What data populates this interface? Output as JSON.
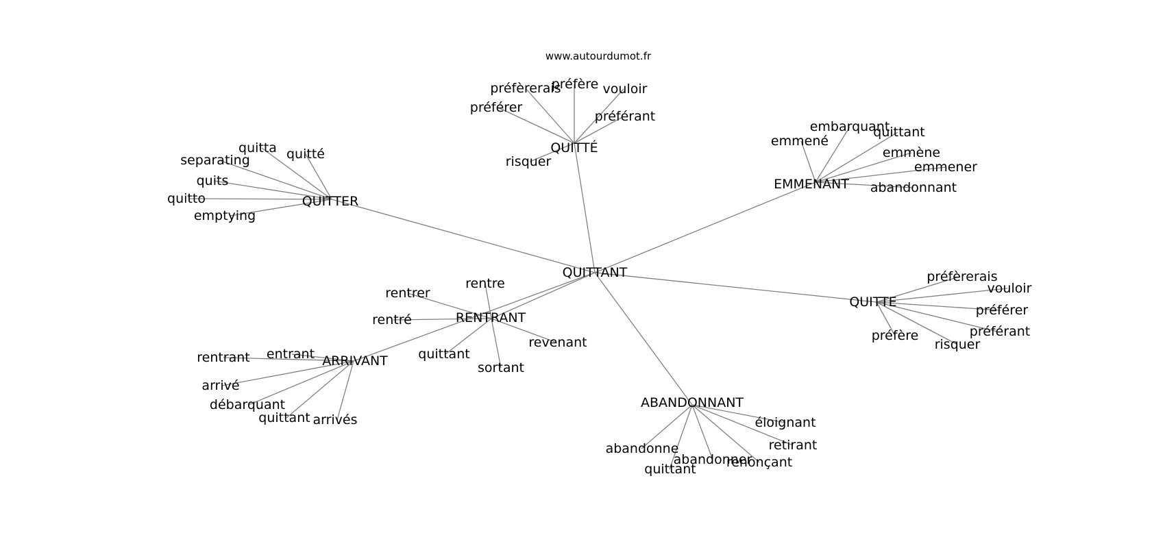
{
  "watermark": "www.autourdumot.fr",
  "root": "QUITTANT",
  "nodes": {
    "QUITTANT": "QUITTANT",
    "QUITTE_acc": "QUITTÉ",
    "QUITTER": "QUITTER",
    "EMMENANT": "EMMENANT",
    "QUITTE": "QUITTE",
    "RENTRANT": "RENTRANT",
    "ARRIVANT": "ARRIVANT",
    "ABANDONNANT": "ABANDONNANT",
    "qa_preferais": "préfèrerais",
    "qa_prefere": "préfère",
    "qa_vouloir": "vouloir",
    "qa_preferer": "préférer",
    "qa_preferant": "préférant",
    "qa_risquer": "risquer",
    "qr_quitta": "quitta",
    "qr_quitte": "quitté",
    "qr_separating": "separating",
    "qr_quits": "quits",
    "qr_quitto": "quitto",
    "qr_emptying": "emptying",
    "em_embarquant": "embarquant",
    "em_quittant": "quittant",
    "em_emmene": "emmené",
    "em_emmene2": "emmène",
    "em_emmener": "emmener",
    "em_abandonnant": "abandonnant",
    "qt_preferais": "préfèrerais",
    "qt_vouloir": "vouloir",
    "qt_preferer": "préférer",
    "qt_preferant": "préférant",
    "qt_prefere": "préfère",
    "qt_risquer": "risquer",
    "rt_rentre": "rentre",
    "rt_rentrer": "rentrer",
    "rt_rentre_acc": "rentré",
    "rt_revenant": "revenant",
    "rt_quittant": "quittant",
    "rt_sortant": "sortant",
    "ar_entrant": "entrant",
    "ar_rentrant": "rentrant",
    "ar_arrive": "arrivé",
    "ar_debarquant": "débarquant",
    "ar_quittant": "quittant",
    "ar_arrives": "arrivés",
    "ab_eloignant": "éloignant",
    "ab_retirant": "retirant",
    "ab_abandonne": "abandonne",
    "ab_abandonner": "abandonner",
    "ab_renoncant": "renonçant",
    "ab_quittant": "quittant"
  },
  "edges": [
    [
      "QUITTANT",
      "QUITTE_acc"
    ],
    [
      "QUITTANT",
      "QUITTER"
    ],
    [
      "QUITTANT",
      "EMMENANT"
    ],
    [
      "QUITTANT",
      "QUITTE"
    ],
    [
      "QUITTANT",
      "RENTRANT"
    ],
    [
      "QUITTANT",
      "ARRIVANT"
    ],
    [
      "QUITTANT",
      "ABANDONNANT"
    ],
    [
      "QUITTE_acc",
      "qa_preferais"
    ],
    [
      "QUITTE_acc",
      "qa_prefere"
    ],
    [
      "QUITTE_acc",
      "qa_vouloir"
    ],
    [
      "QUITTE_acc",
      "qa_preferer"
    ],
    [
      "QUITTE_acc",
      "qa_preferant"
    ],
    [
      "QUITTE_acc",
      "qa_risquer"
    ],
    [
      "QUITTER",
      "qr_quitta"
    ],
    [
      "QUITTER",
      "qr_quitte"
    ],
    [
      "QUITTER",
      "qr_separating"
    ],
    [
      "QUITTER",
      "qr_quits"
    ],
    [
      "QUITTER",
      "qr_quitto"
    ],
    [
      "QUITTER",
      "qr_emptying"
    ],
    [
      "EMMENANT",
      "em_embarquant"
    ],
    [
      "EMMENANT",
      "em_quittant"
    ],
    [
      "EMMENANT",
      "em_emmene"
    ],
    [
      "EMMENANT",
      "em_emmene2"
    ],
    [
      "EMMENANT",
      "em_emmener"
    ],
    [
      "EMMENANT",
      "em_abandonnant"
    ],
    [
      "QUITTE",
      "qt_preferais"
    ],
    [
      "QUITTE",
      "qt_vouloir"
    ],
    [
      "QUITTE",
      "qt_preferer"
    ],
    [
      "QUITTE",
      "qt_preferant"
    ],
    [
      "QUITTE",
      "qt_prefere"
    ],
    [
      "QUITTE",
      "qt_risquer"
    ],
    [
      "RENTRANT",
      "rt_rentre"
    ],
    [
      "RENTRANT",
      "rt_rentrer"
    ],
    [
      "RENTRANT",
      "rt_rentre_acc"
    ],
    [
      "RENTRANT",
      "rt_revenant"
    ],
    [
      "RENTRANT",
      "rt_quittant"
    ],
    [
      "RENTRANT",
      "rt_sortant"
    ],
    [
      "ARRIVANT",
      "ar_entrant"
    ],
    [
      "ARRIVANT",
      "ar_rentrant"
    ],
    [
      "ARRIVANT",
      "ar_arrive"
    ],
    [
      "ARRIVANT",
      "ar_debarquant"
    ],
    [
      "ARRIVANT",
      "ar_quittant"
    ],
    [
      "ARRIVANT",
      "ar_arrives"
    ],
    [
      "ABANDONNANT",
      "ab_eloignant"
    ],
    [
      "ABANDONNANT",
      "ab_retirant"
    ],
    [
      "ABANDONNANT",
      "ab_abandonne"
    ],
    [
      "ABANDONNANT",
      "ab_abandonner"
    ],
    [
      "ABANDONNANT",
      "ab_renoncant"
    ],
    [
      "ABANDONNANT",
      "ab_quittant"
    ]
  ]
}
